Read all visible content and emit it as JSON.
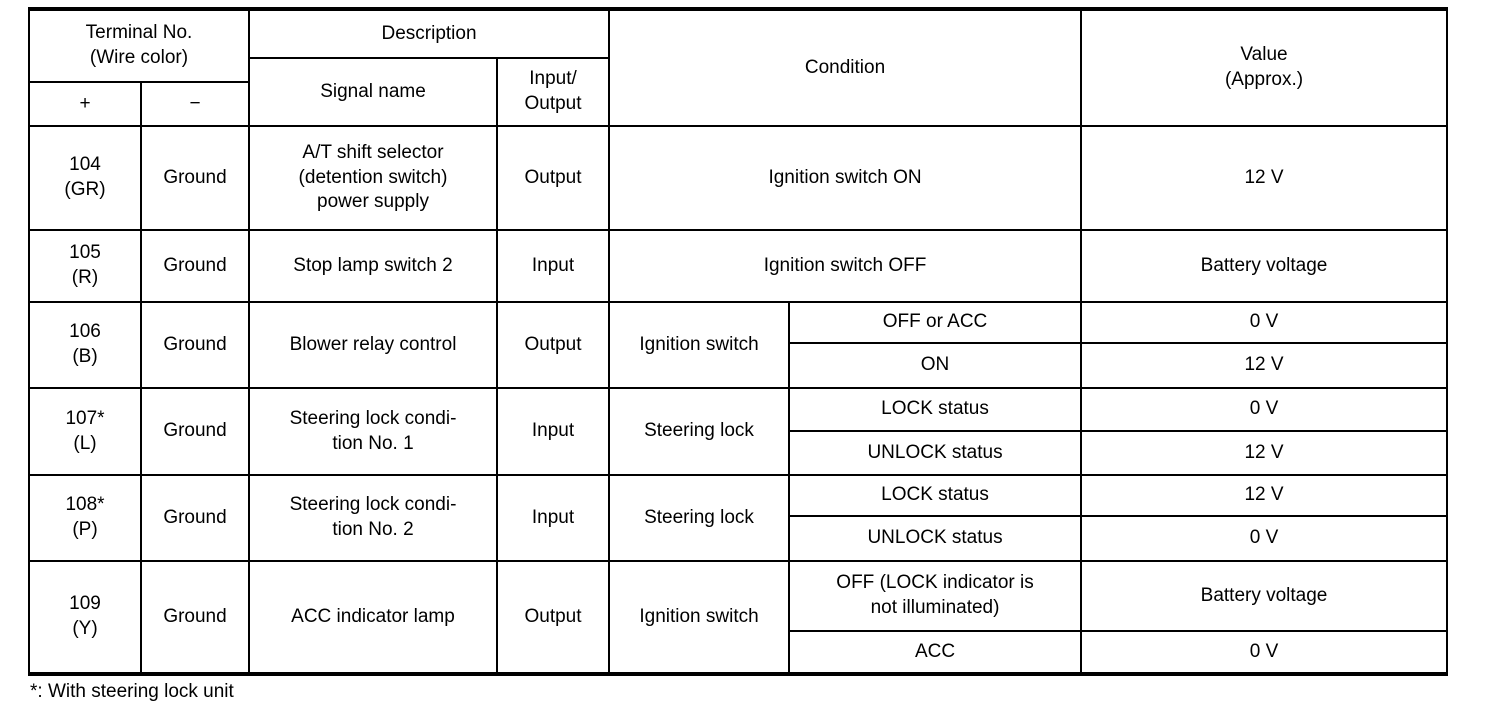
{
  "colors": {
    "background": "#ffffff",
    "text": "#000000",
    "border": "#000000"
  },
  "header": {
    "terminal_no": "Terminal No.\n(Wire color)",
    "plus": "+",
    "minus": "−",
    "description": "Description",
    "signal_name": "Signal name",
    "input_output": "Input/\nOutput",
    "condition": "Condition",
    "value": "Value\n(Approx.)"
  },
  "rows": [
    {
      "terminal": "104\n(GR)",
      "ground": "Ground",
      "signal": "A/T shift selector\n(detention switch)\npower supply",
      "io": "Output",
      "condition_full": "Ignition switch ON",
      "subs": [
        {
          "value": "12 V"
        }
      ]
    },
    {
      "terminal": "105\n(R)",
      "ground": "Ground",
      "signal": "Stop lamp switch 2",
      "io": "Input",
      "condition_full": "Ignition switch OFF",
      "subs": [
        {
          "value": "Battery voltage"
        }
      ]
    },
    {
      "terminal": "106\n(B)",
      "ground": "Ground",
      "signal": "Blower relay control",
      "io": "Output",
      "condition_label": "Ignition switch",
      "subs": [
        {
          "cond": "OFF or ACC",
          "value": "0 V"
        },
        {
          "cond": "ON",
          "value": "12 V"
        }
      ]
    },
    {
      "terminal": "107*\n(L)",
      "ground": "Ground",
      "signal": "Steering lock condi-\ntion No. 1",
      "io": "Input",
      "condition_label": "Steering lock",
      "subs": [
        {
          "cond": "LOCK status",
          "value": "0 V"
        },
        {
          "cond": "UNLOCK status",
          "value": "12 V"
        }
      ]
    },
    {
      "terminal": "108*\n(P)",
      "ground": "Ground",
      "signal": "Steering lock condi-\ntion No. 2",
      "io": "Input",
      "condition_label": "Steering lock",
      "subs": [
        {
          "cond": "LOCK status",
          "value": "12 V"
        },
        {
          "cond": "UNLOCK status",
          "value": "0 V"
        }
      ]
    },
    {
      "terminal": "109\n(Y)",
      "ground": "Ground",
      "signal": "ACC indicator lamp",
      "io": "Output",
      "condition_label": "Ignition switch",
      "subs": [
        {
          "cond": "OFF (LOCK indicator is\nnot illuminated)",
          "value": "Battery voltage"
        },
        {
          "cond": "ACC",
          "value": "0 V"
        }
      ]
    }
  ],
  "footnote": "*: With steering lock unit"
}
